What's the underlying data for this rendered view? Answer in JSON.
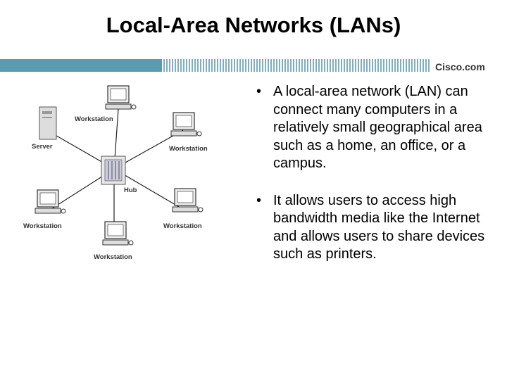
{
  "slide": {
    "title": "Local-Area Networks (LANs)",
    "brand": "Cisco.com",
    "colors": {
      "band": "#5b9bb0",
      "accent": "#3a7f96"
    }
  },
  "diagram": {
    "hub_label": "Hub",
    "server_label": "Server",
    "workstation_label": "Workstation",
    "nodes": [
      "Workstation",
      "Server",
      "Workstation",
      "Workstation",
      "Workstation",
      "Workstation"
    ]
  },
  "bullets": [
    {
      "symbol": "•",
      "text": "A local-area network (LAN) can connect many computers in a relatively small geographical area such as a home, an office, or a campus."
    },
    {
      "symbol": "•",
      "text": "It allows users to access high bandwidth media like the Internet and allows users to share devices such as printers."
    }
  ]
}
